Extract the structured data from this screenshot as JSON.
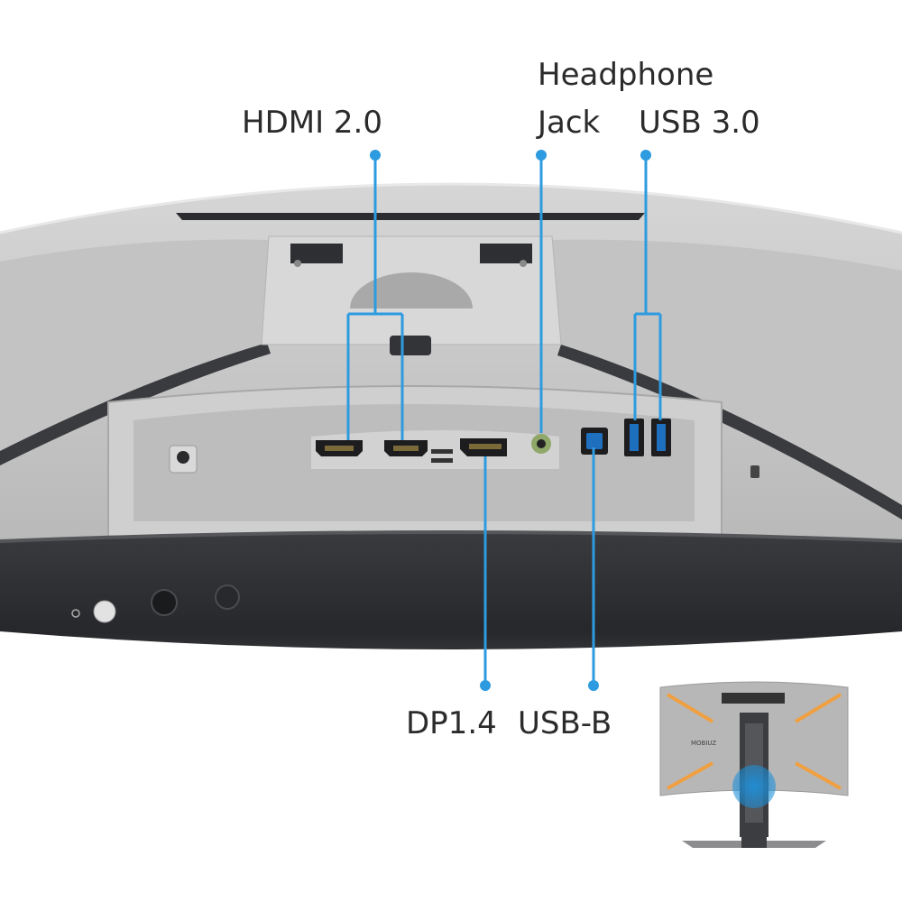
{
  "callouts": {
    "hdmi": "HDMI 2.0",
    "headphone_line1": "Headphone",
    "headphone_line2": "Jack",
    "usb3": "USB 3.0",
    "dp": "DP1.4",
    "usbb": "USB-B"
  },
  "thumbnail": {
    "brand": "MOBIUZ"
  },
  "colors": {
    "callout_line": "#2d9be0",
    "label_text": "#2b2b2b",
    "panel_light": "#c9c9c9",
    "panel_dark": "#2f3033",
    "accent_orange": "#f0a040"
  }
}
